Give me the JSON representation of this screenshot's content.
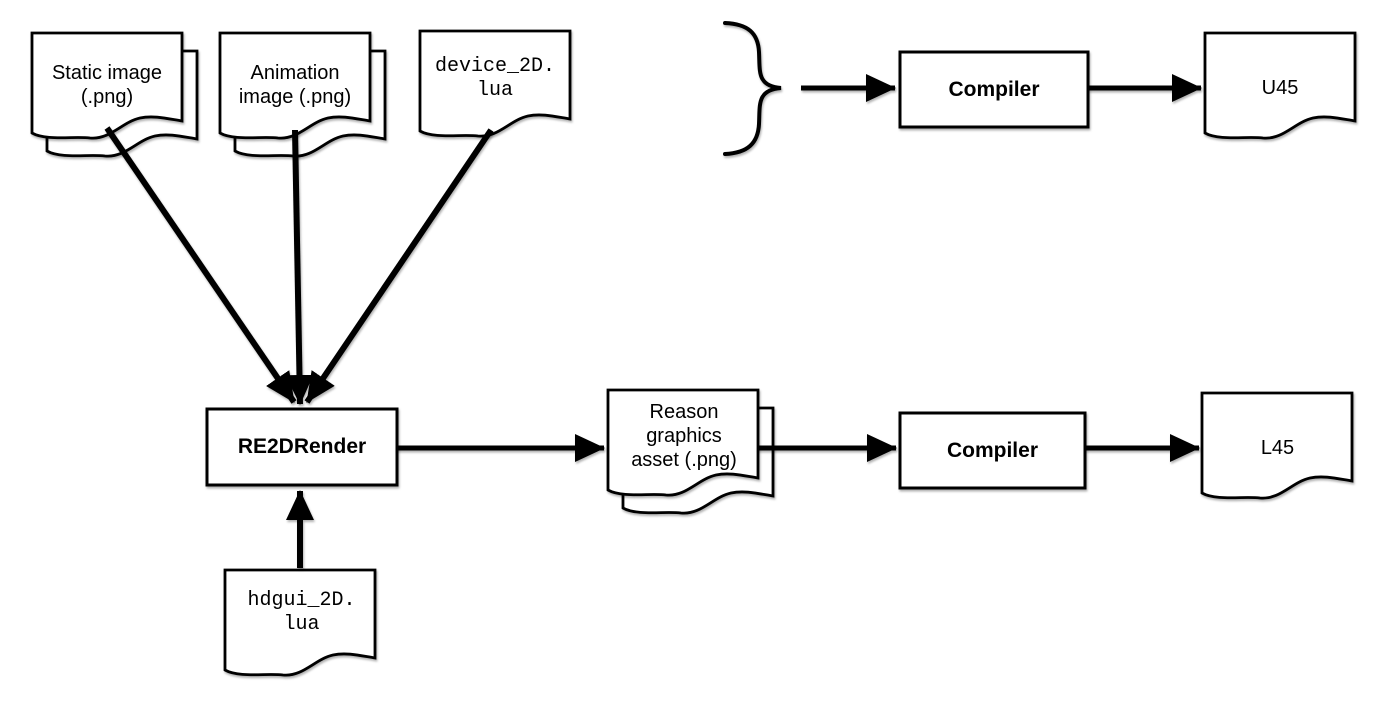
{
  "diagram": {
    "background": "#ffffff",
    "colors": {
      "shape_fill": "#ffffff",
      "line": "#000000",
      "text": "#000000"
    },
    "nodes": {
      "static_doc": {
        "label": "Static image\n(.png)",
        "shape": "document-stack"
      },
      "animation_doc": {
        "label": "Animation\nimage (.png)",
        "shape": "document-stack"
      },
      "device_lua_doc": {
        "label": "device_2D.\nlua",
        "shape": "document"
      },
      "hdgui_lua_doc": {
        "label": "hdgui_2D.\nlua",
        "shape": "document"
      },
      "re2drender": {
        "label": "RE2DRender",
        "shape": "process-box"
      },
      "reason_asset_doc": {
        "label": "Reason\ngraphics\nasset (.png)",
        "shape": "document-stack"
      },
      "compiler_bottom": {
        "label": "Compiler",
        "shape": "process-box"
      },
      "l45_doc": {
        "label": "L45",
        "shape": "document"
      },
      "brace": {
        "icon": "curly-brace-right-icon",
        "shape": "brace"
      },
      "compiler_top": {
        "label": "Compiler",
        "shape": "process-box"
      },
      "u45_doc": {
        "label": "U45",
        "shape": "document"
      }
    },
    "edges": [
      {
        "from": "static_doc",
        "to": "re2drender"
      },
      {
        "from": "animation_doc",
        "to": "re2drender"
      },
      {
        "from": "device_lua_doc",
        "to": "re2drender"
      },
      {
        "from": "hdgui_lua_doc",
        "to": "re2drender"
      },
      {
        "from": "re2drender",
        "to": "reason_asset_doc"
      },
      {
        "from": "reason_asset_doc",
        "to": "compiler_bottom"
      },
      {
        "from": "compiler_bottom",
        "to": "l45_doc"
      },
      {
        "from": "brace",
        "to": "compiler_top"
      },
      {
        "from": "compiler_top",
        "to": "u45_doc"
      }
    ]
  }
}
